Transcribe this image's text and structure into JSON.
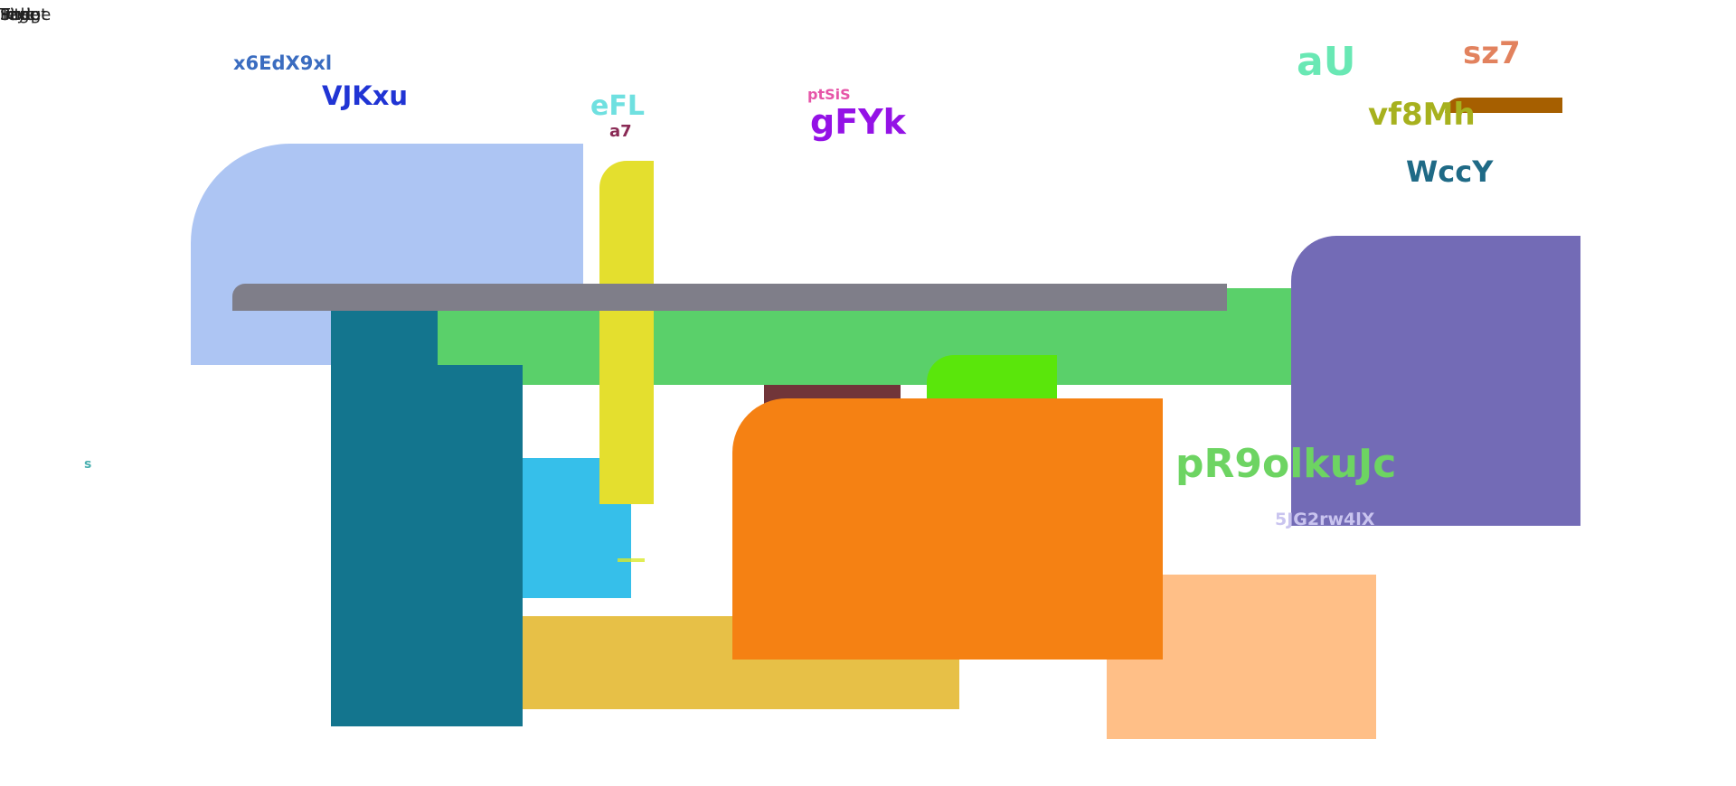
{
  "overlapped_words": [
    "Script",
    "Style",
    "Image",
    "Page",
    "Title",
    "Text"
  ],
  "labels": {
    "x6EdX9xl": "x6EdX9xl",
    "VJKxu": "VJKxu",
    "eFL": "eFL",
    "a7": "a7",
    "ptSiS": "ptSiS",
    "gFYk": "gFYk",
    "aU": "aU",
    "sz7": "sz7",
    "vf8Mh": "vf8Mh",
    "WccY": "WccY",
    "pR9olkuJc": "pR9olkuJc",
    "JG2rw4lX": "5JG2rw4lX",
    "s": "s"
  },
  "colors": {
    "light_blue": "#adc5f3",
    "gray_bar": "#7f7e89",
    "green_band": "#5ad06a",
    "yellow_pill": "#e4df2e",
    "teal_column": "#13758e",
    "sky_blue": "#36bfea",
    "mustard": "#e7c047",
    "orange": "#f58113",
    "maroon": "#713539",
    "lime": "#5ae60b",
    "purple": "#736bb6",
    "peach": "#ffbf87",
    "brown_bar": "#a65f00"
  }
}
